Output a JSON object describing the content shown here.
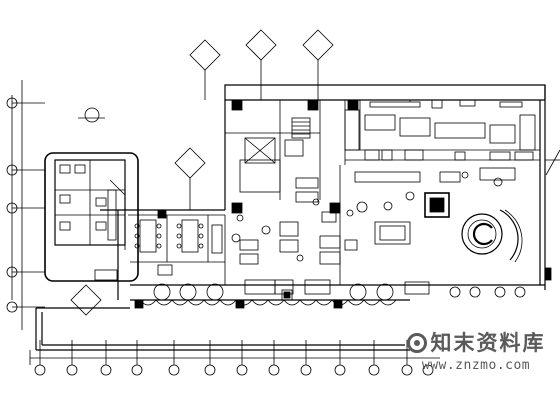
{
  "drawing": {
    "type": "architectural floor plan (restaurant layout)",
    "line_color": "#000000",
    "background": "#ffffff",
    "grid_bubble_labels": []
  },
  "watermark": {
    "logo_text": "知末资料库",
    "url": "www.znzmo.com",
    "color": "#5a5a5a"
  }
}
